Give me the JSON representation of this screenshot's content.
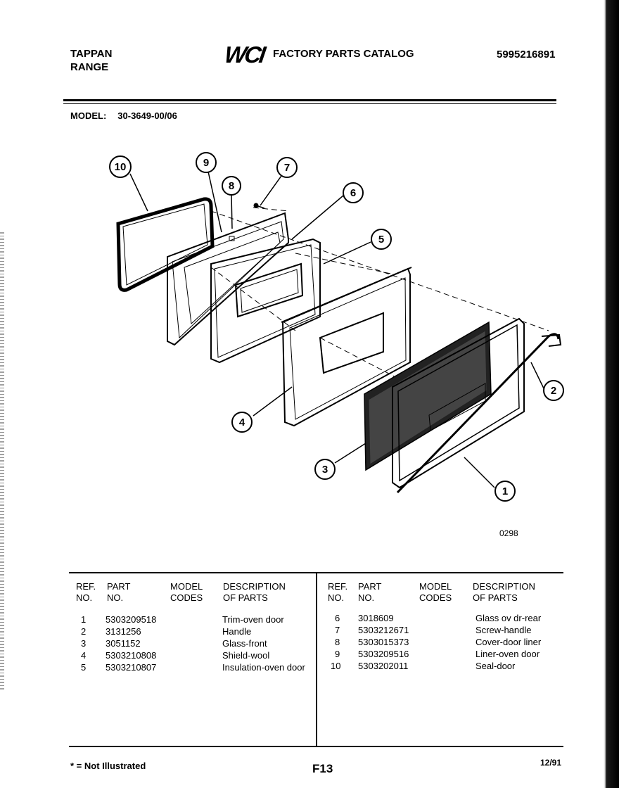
{
  "header": {
    "brand": "TAPPAN",
    "product": "RANGE",
    "logo_text": "WCI",
    "catalog_title": "FACTORY PARTS CATALOG",
    "catalog_number": "5995216891"
  },
  "model": {
    "label": "MODEL:",
    "value": "30-3649-00/06"
  },
  "diagram": {
    "code": "0298",
    "callouts": [
      "1",
      "2",
      "3",
      "4",
      "5",
      "6",
      "7",
      "8",
      "9",
      "10"
    ]
  },
  "table": {
    "headers": {
      "ref": [
        "REF.",
        "NO."
      ],
      "part": [
        "PART",
        "NO."
      ],
      "model": [
        "MODEL",
        "CODES"
      ],
      "desc": [
        "DESCRIPTION",
        "OF PARTS"
      ]
    },
    "left_rows": [
      {
        "ref": "1",
        "part": "5303209518",
        "model": "",
        "desc": "Trim-oven door"
      },
      {
        "ref": "2",
        "part": "3131256",
        "model": "",
        "desc": "Handle"
      },
      {
        "ref": "3",
        "part": "3051152",
        "model": "",
        "desc": "Glass-front"
      },
      {
        "ref": "4",
        "part": "5303210808",
        "model": "",
        "desc": "Shield-wool"
      },
      {
        "ref": "5",
        "part": "5303210807",
        "model": "",
        "desc": "Insulation-oven door"
      }
    ],
    "right_rows": [
      {
        "ref": "6",
        "part": "3018609",
        "model": "",
        "desc": "Glass ov dr-rear"
      },
      {
        "ref": "7",
        "part": "5303212671",
        "model": "",
        "desc": "Screw-handle"
      },
      {
        "ref": "8",
        "part": "5303015373",
        "model": "",
        "desc": "Cover-door liner"
      },
      {
        "ref": "9",
        "part": "5303209516",
        "model": "",
        "desc": "Liner-oven door"
      },
      {
        "ref": "10",
        "part": "5303202011",
        "model": "",
        "desc": "Seal-door"
      }
    ]
  },
  "footer": {
    "footnote": "* = Not Illustrated",
    "page_id": "F13",
    "date": "12/91"
  }
}
